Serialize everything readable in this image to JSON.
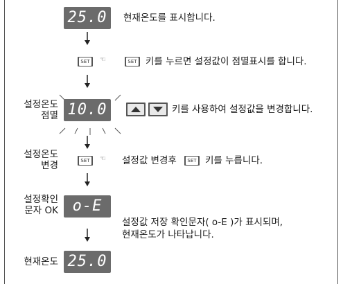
{
  "steps": {
    "s1": {
      "display": "25.0",
      "desc": "현재온도를 표시합니다."
    },
    "s2": {
      "key1": "SET",
      "key2": "SET",
      "desc": "키를 누르면 설정값이 점멸표시를 합니다."
    },
    "s3": {
      "label": "설정온도\n점멸",
      "display": "10.0",
      "desc": "키를 사용하여 설정값을 변경합니다."
    },
    "s4": {
      "label": "설정온도\n변경",
      "key1": "SET",
      "mid": "설정값 변경후",
      "key2": "SET",
      "desc": "키를 누릅니다."
    },
    "s5": {
      "label": "설정확인\n문자 OK",
      "display": "o-E",
      "desc_line1": "설정값 저장 확인문자( o-E )가 표시되며,",
      "desc_line2": "현재온도가 나타납니다."
    },
    "s6": {
      "label": "현재온도",
      "display": "25.0"
    }
  }
}
